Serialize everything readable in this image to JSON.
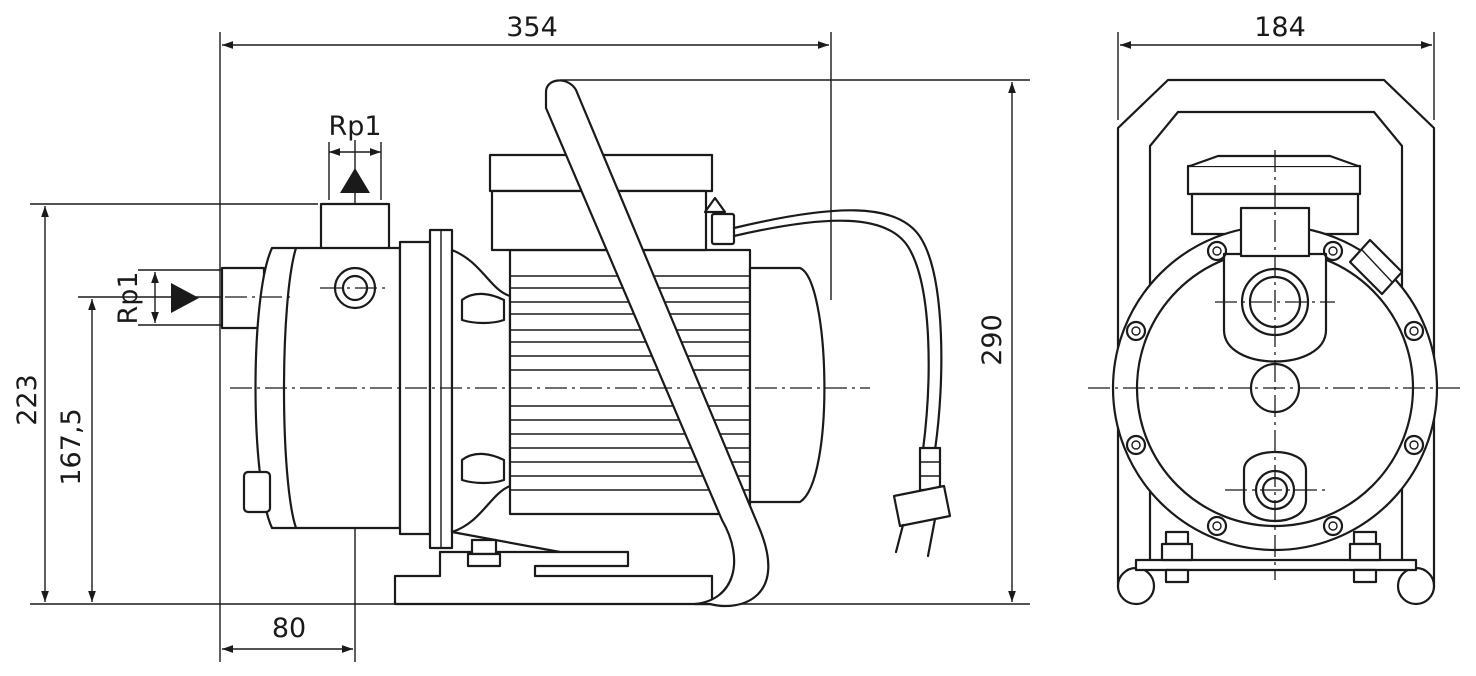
{
  "dimensions": {
    "overall_length": "354",
    "overall_height": "290",
    "width": "184",
    "height_to_discharge": "223",
    "height_to_suction": "167,5",
    "suction_axis_offset": "80"
  },
  "connections": {
    "discharge_thread": "Rp1",
    "suction_thread": "Rp1"
  }
}
